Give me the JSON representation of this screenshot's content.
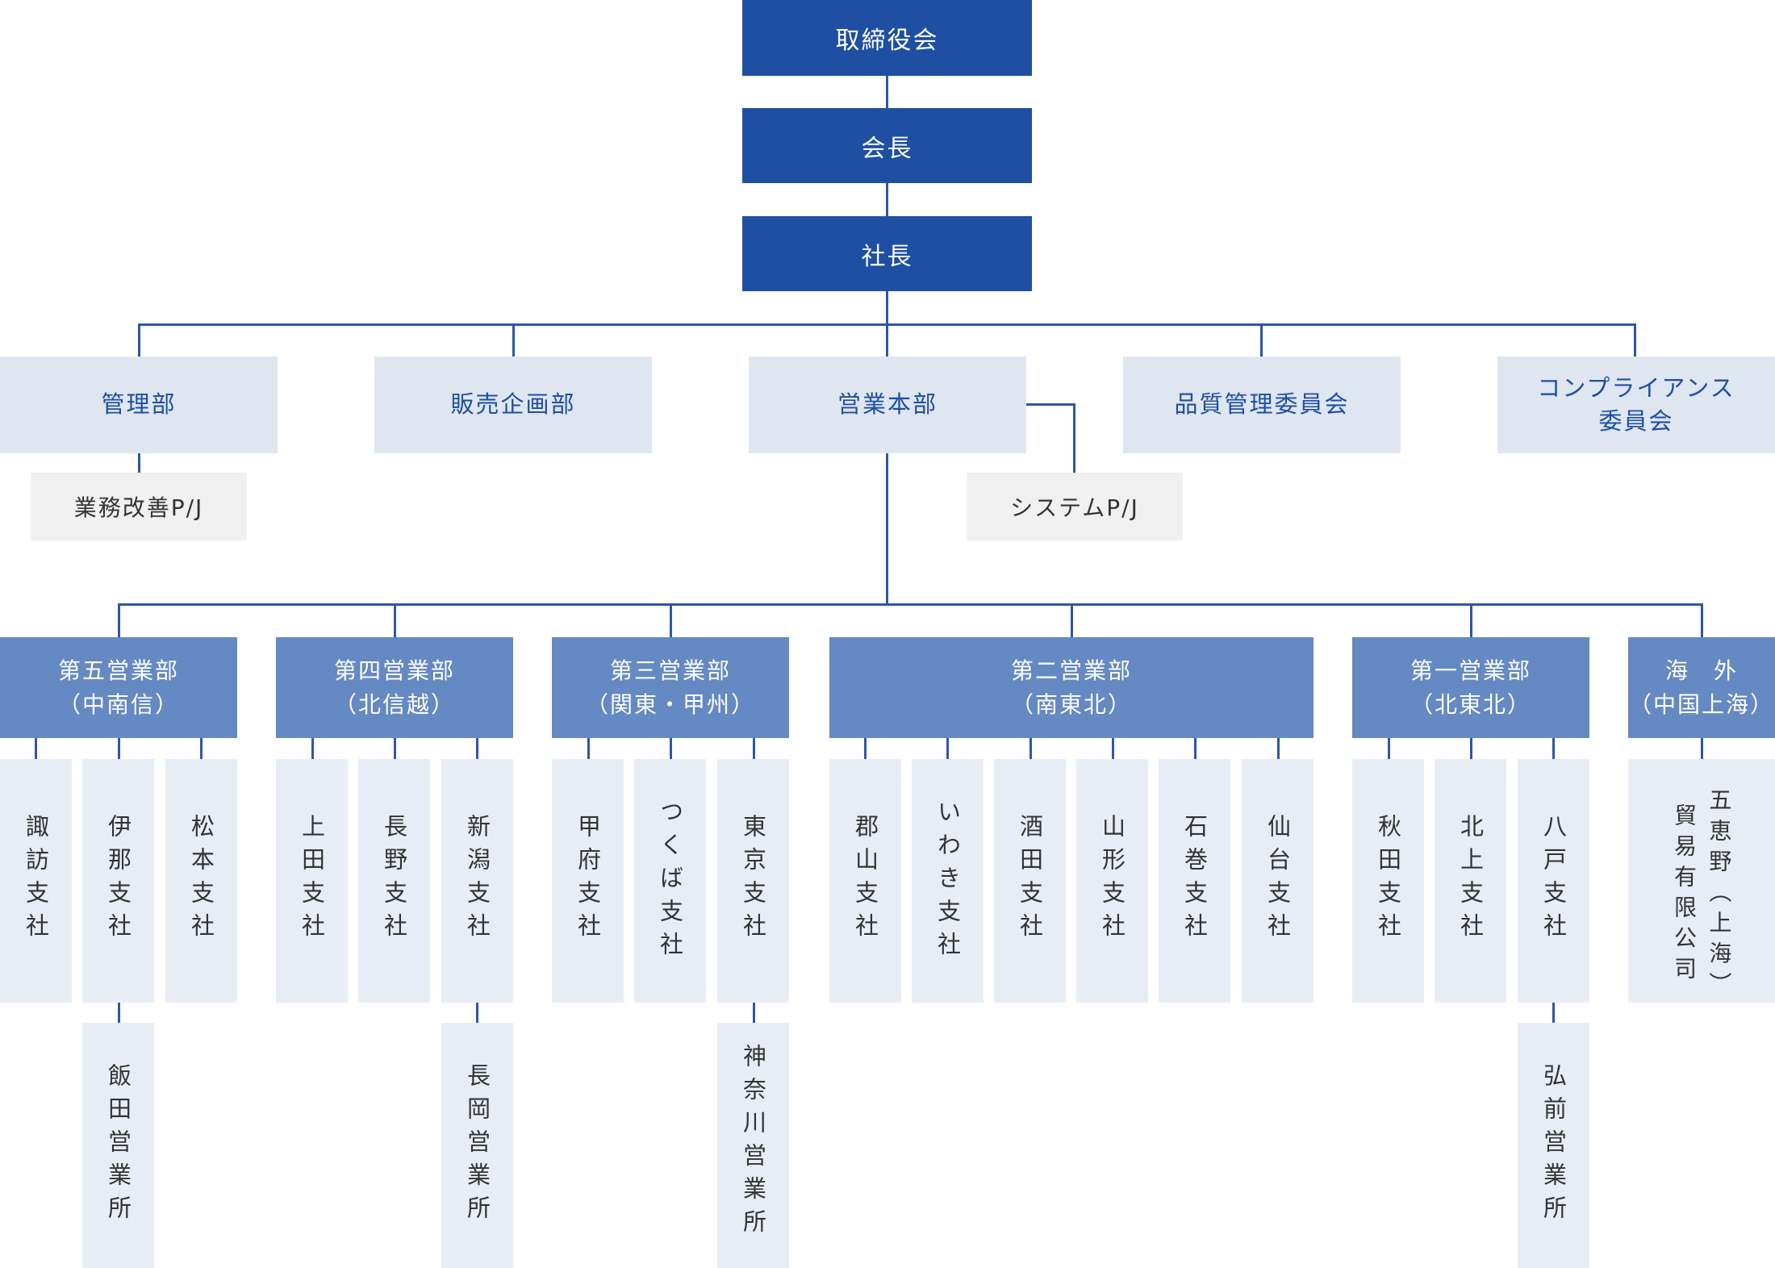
{
  "top": {
    "board": "取締役会",
    "chairman": "会長",
    "president": "社長"
  },
  "depts": {
    "admin": "管理部",
    "sales_planning": "販売企画部",
    "sales_hq": "営業本部",
    "quality": "品質管理委員会",
    "compliance": "コンプライアンス\n委員会"
  },
  "projects": {
    "business_improvement": "業務改善P/J",
    "system": "システムP/J"
  },
  "divisions": {
    "fifth": "第五営業部\n（中南信）",
    "fourth": "第四営業部\n（北信越）",
    "third": "第三営業部\n（関東・甲州）",
    "second": "第二営業部\n（南東北）",
    "first": "第一営業部\n（北東北）",
    "overseas": "海　外\n（中国上海）"
  },
  "branches": {
    "suwa": "諏訪支社",
    "ina": "伊那支社",
    "matsumoto": "松本支社",
    "ueda": "上田支社",
    "nagano": "長野支社",
    "niigata": "新潟支社",
    "kofu": "甲府支社",
    "tsukuba": "つくば支社",
    "tokyo": "東京支社",
    "koriyama": "郡山支社",
    "iwaki": "いわき支社",
    "sakata": "酒田支社",
    "yamagata": "山形支社",
    "ishinomaki": "石巻支社",
    "sendai": "仙台支社",
    "akita": "秋田支社",
    "kitakami": "北上支社",
    "hachinohe": "八戸支社",
    "shanghai": "五恵野（上海）\n貿易有限公司"
  },
  "offices": {
    "iida": "飯田営業所",
    "nagaoka": "長岡営業所",
    "kanagawa": "神奈川営業所",
    "hirosaki": "弘前営業所"
  }
}
